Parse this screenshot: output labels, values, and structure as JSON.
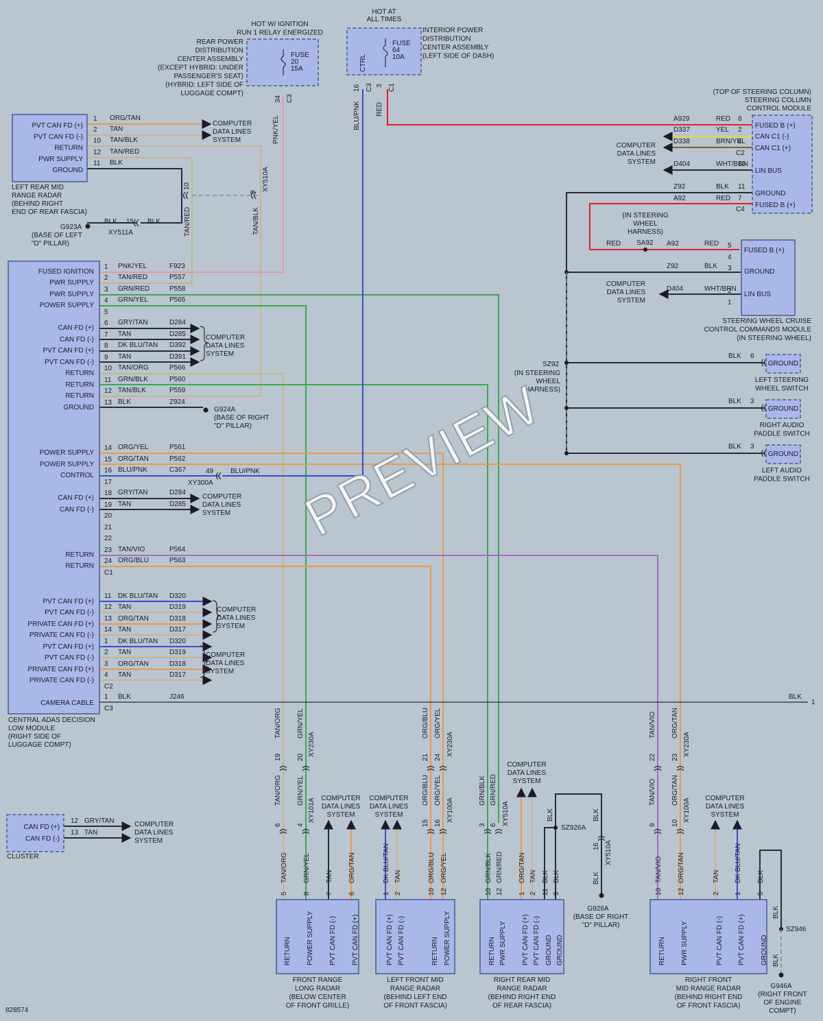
{
  "doc_number": "828574",
  "watermark": "PREVIEW",
  "colors": {
    "background": "#b9c5cf",
    "module_fill": "#a9b8e8",
    "wire_org": "#e89a4a",
    "wire_tan": "#c8b48c",
    "wire_blk": "#2a2a3a",
    "wire_red": "#e0202a",
    "wire_grn": "#3aaa4a",
    "wire_blu": "#3a4ad8",
    "wire_pnk": "#e09aa8",
    "wire_yel": "#e8d83a",
    "wire_wht": "#f0f0f0",
    "wire_vio": "#a070c0"
  },
  "fuse_rear": {
    "hot_label": [
      "HOT W/ IGNITION",
      "RUN 1 RELAY ENERGIZED"
    ],
    "desc": [
      "REAR POWER",
      "DISTRIBUTION",
      "CENTER ASSEMBLY",
      "(EXCEPT HYBRID: UNDER",
      "PASSENGER'S SEAT)",
      "(HYBRID: LEFT SIDE OF",
      "LUGGAGE COMPT)"
    ],
    "fuse_lines": [
      "FUSE",
      "20",
      "15A"
    ],
    "pin": "34",
    "conn": "C3",
    "wire": "PNK/YEL"
  },
  "fuse_interior": {
    "hot_label": [
      "HOT AT",
      "ALL TIMES"
    ],
    "desc": [
      "INTERIOR POWER",
      "DISTRIBUTION",
      "CENTER ASSEMBLY",
      "(LEFT SIDE OF DASH)"
    ],
    "fuse_lines": [
      "FUSE",
      "64",
      "10A"
    ],
    "ctrl": "CTRL",
    "pin_a": "16",
    "conn_a": "C3",
    "pin_b": "3",
    "conn_b": "C1",
    "wire_a": "BLU/PNK",
    "wire_b": "RED"
  },
  "left_rear_radar": {
    "pins": [
      "PVT CAN FD (+)",
      "PVT CAN FD (-)",
      "RETURN",
      "PWR SUPPLY",
      "GROUND"
    ],
    "desc": [
      "LEFT REAR MID",
      "RANGE RADAR",
      "(BEHIND RIGHT",
      "END OF REAR FASCIA)"
    ],
    "wires": [
      {
        "pin": "1",
        "color": "ORG/TAN"
      },
      {
        "pin": "2",
        "color": "TAN"
      },
      {
        "pin": "10",
        "color": "TAN/BLK"
      },
      {
        "pin": "12",
        "color": "TAN/RED"
      },
      {
        "pin": "11",
        "color": "BLK"
      }
    ],
    "cdl": [
      "COMPUTER",
      "DATA LINES",
      "SYSTEM"
    ],
    "ground": {
      "name": "G923A",
      "loc": [
        "(BASE OF LEFT",
        "\"D\" PILLAR)"
      ],
      "wire": "BLK",
      "pin": "15",
      "conn": "XY511A",
      "wire2": "BLK"
    },
    "xy510a": "XY510A",
    "pin10": "10",
    "pin9": "9",
    "tanred": "TAN/RED",
    "tanblk": "TAN/BLK"
  },
  "adas": {
    "desc": [
      "CENTRAL ADAS DECISION",
      "LOW MODULE",
      "(RIGHT SIDE OF",
      "LUGGAGE COMPT)"
    ],
    "labels_c1": [
      "FUSED IGNITION",
      "PWR SUPPLY",
      "PWR SUPPLY",
      "POWER SUPPLY",
      "",
      "CAN FD (+)",
      "CAN FD (-)",
      "PVT CAN FD (+)",
      "PVT CAN FD (-)",
      "RETURN",
      "RETURN",
      "RETURN",
      "GROUND",
      "POWER SUPPLY",
      "POWER SUPPLY",
      "CONTROL",
      "",
      "CAN FD (+)",
      "CAN FD (-)",
      "",
      "",
      "",
      "RETURN",
      "RETURN"
    ],
    "rows_c1": [
      {
        "pin": "1",
        "color": "PNK/YEL",
        "circ": "F923"
      },
      {
        "pin": "2",
        "color": "TAN/RED",
        "circ": "P557"
      },
      {
        "pin": "3",
        "color": "GRN/RED",
        "circ": "P558"
      },
      {
        "pin": "4",
        "color": "GRN/YEL",
        "circ": "P565"
      },
      {
        "pin": "5",
        "color": "",
        "circ": ""
      },
      {
        "pin": "6",
        "color": "GRY/TAN",
        "circ": "D284"
      },
      {
        "pin": "7",
        "color": "TAN",
        "circ": "D285"
      },
      {
        "pin": "8",
        "color": "DK BLU/TAN",
        "circ": "D392"
      },
      {
        "pin": "9",
        "color": "TAN",
        "circ": "D391"
      },
      {
        "pin": "10",
        "color": "TAN/ORG",
        "circ": "P566"
      },
      {
        "pin": "11",
        "color": "GRN/BLK",
        "circ": "P560"
      },
      {
        "pin": "12",
        "color": "TAN/BLK",
        "circ": "P559"
      },
      {
        "pin": "13",
        "color": "BLK",
        "circ": "Z924"
      },
      {
        "pin": "14",
        "color": "ORG/YEL",
        "circ": "P561"
      },
      {
        "pin": "15",
        "color": "ORG/TAN",
        "circ": "P562"
      },
      {
        "pin": "16",
        "color": "BLU/PNK",
        "circ": "C367"
      },
      {
        "pin": "17",
        "color": "",
        "circ": ""
      },
      {
        "pin": "18",
        "color": "GRY/TAN",
        "circ": "D284"
      },
      {
        "pin": "19",
        "color": "TAN",
        "circ": "D285"
      },
      {
        "pin": "20",
        "color": "",
        "circ": ""
      },
      {
        "pin": "21",
        "color": "",
        "circ": ""
      },
      {
        "pin": "22",
        "color": "",
        "circ": ""
      },
      {
        "pin": "23",
        "color": "TAN/VIO",
        "circ": "P564"
      },
      {
        "pin": "24",
        "color": "ORG/BLU",
        "circ": "P563"
      }
    ],
    "conn_c1": "C1",
    "labels_c2": [
      "PVT CAN FD (+)",
      "PVT CAN FD (-)",
      "PRIVATE CAN FD (+)",
      "PRIVATE CAN FD (-)",
      "PVT CAN FD (+)",
      "PVT CAN FD (-)",
      "PRIVATE CAN FD (+)",
      "PRIVATE CAN FD (-)"
    ],
    "rows_c2": [
      {
        "pin": "11",
        "color": "DK BLU/TAN",
        "circ": "D320"
      },
      {
        "pin": "12",
        "color": "TAN",
        "circ": "D319"
      },
      {
        "pin": "13",
        "color": "ORG/TAN",
        "circ": "D318"
      },
      {
        "pin": "14",
        "color": "TAN",
        "circ": "D317"
      },
      {
        "pin": "1",
        "color": "DK BLU/TAN",
        "circ": "D320"
      },
      {
        "pin": "2",
        "color": "TAN",
        "circ": "D319"
      },
      {
        "pin": "3",
        "color": "ORG/TAN",
        "circ": "D318"
      },
      {
        "pin": "4",
        "color": "TAN",
        "circ": "D317"
      }
    ],
    "conn_c2": "C2",
    "camera": {
      "label": "CAMERA CABLE",
      "pin": "1",
      "color": "BLK",
      "circ": "J246",
      "conn": "C3",
      "end_color": "BLK",
      "end_pin": "1"
    },
    "g924a": {
      "name": "G924A",
      "loc": [
        "(BASE OF RIGHT",
        "\"D\" PILLAR)"
      ]
    },
    "xy300a": {
      "pin": "49",
      "conn": "XY300A",
      "wire": "BLU/PNK"
    },
    "cdl": [
      "COMPUTER",
      "DATA LINES",
      "SYSTEM"
    ]
  },
  "sccm": {
    "title": [
      "(TOP OF STEERING COLUMN)",
      "STEERING COLUMN",
      "CONTROL MODULE"
    ],
    "pins": [
      "FUSED B (+)",
      "CAN C1 (-)",
      "CAN C1 (+)",
      "LIN BUS",
      "GROUND",
      "FUSED B (+)"
    ],
    "rows": [
      {
        "circ": "A929",
        "color": "RED",
        "pin": "8"
      },
      {
        "circ": "D337",
        "color": "YEL",
        "pin": "2"
      },
      {
        "circ": "D338",
        "color": "BRN/YEL",
        "pin": "4"
      },
      {
        "circ": "D404",
        "color": "WHT/BRN",
        "pin": "10"
      },
      {
        "circ": "Z92",
        "color": "BLK",
        "pin": "11"
      },
      {
        "circ": "A92",
        "color": "RED",
        "pin": "7"
      }
    ],
    "conn_c2": "C2",
    "conn_c4": "C4",
    "cdl": [
      "COMPUTER",
      "DATA LINES",
      "SYSTEM"
    ]
  },
  "swcc": {
    "harness": [
      "(IN STEERING",
      "WHEEL",
      "HARNESS)"
    ],
    "splice": "SA92",
    "pins": [
      "FUSED B (+)",
      "GROUND",
      "LIN BUS"
    ],
    "rows": [
      {
        "circ": "A92",
        "color": "RED",
        "pin": "5"
      },
      {
        "circ": "",
        "color": "",
        "pin": "4"
      },
      {
        "circ": "Z92",
        "color": "BLK",
        "pin": "3"
      },
      {
        "circ": "D404",
        "color": "WHT/BRN",
        "pin": "2"
      },
      {
        "circ": "",
        "color": "",
        "pin": "1"
      }
    ],
    "red_left": "RED",
    "desc": [
      "STEERING WHEEL CRUISE",
      "CONTROL COMMANDS MODULE",
      "(IN STEERING WHEEL)"
    ],
    "cdl": [
      "COMPUTER",
      "DATA LINES",
      "SYSTEM"
    ]
  },
  "sz92": {
    "name": "SZ92",
    "loc": [
      "(IN STEERING",
      "WHEEL",
      "HARNESS)"
    ]
  },
  "switches": [
    {
      "wire": "BLK",
      "pin": "6",
      "label": "GROUND",
      "desc": [
        "LEFT STEERING",
        "WHEEL SWITCH"
      ]
    },
    {
      "wire": "BLK",
      "pin": "3",
      "label": "GROUND",
      "desc": [
        "RIGHT AUDIO",
        "PADDLE SWITCH"
      ]
    },
    {
      "wire": "BLK",
      "pin": "3",
      "label": "GROUND",
      "desc": [
        "LEFT AUDIO",
        "PADDLE SWITCH"
      ]
    }
  ],
  "cluster": {
    "pins": [
      "CAN FD (+)",
      "CAN FD (-)"
    ],
    "rows": [
      {
        "pin": "12",
        "color": "GRY/TAN"
      },
      {
        "pin": "13",
        "color": "TAN"
      }
    ],
    "name": "CLUSTER",
    "cdl": [
      "COMPUTER",
      "DATA LINES",
      "SYSTEM"
    ]
  },
  "front_long": {
    "pins": [
      "RETURN",
      "POWER SUPPLY",
      "PVT CAN FD (-)",
      "PVT CAN FD (+)"
    ],
    "bottom_pins": [
      "5",
      "8",
      "7",
      "6"
    ],
    "colors": [
      "TAN/ORG",
      "GRN/YEL",
      "TAN",
      "ORG/TAN"
    ],
    "inline": {
      "pins": [
        "6",
        "4"
      ],
      "conn": "XY101A"
    },
    "upper": {
      "colors": [
        "TAN/ORG",
        "GRN/YEL"
      ],
      "pins": [
        "19",
        "20"
      ],
      "conn": "XY230A"
    },
    "desc": [
      "FRONT RANGE",
      "LONG RADAR",
      "(BELOW CENTER",
      "OF FRONT GRILLE)"
    ],
    "cdl": [
      "COMPUTER",
      "DATA LINES",
      "SYSTEM"
    ]
  },
  "left_front": {
    "pins": [
      "PVT CAN FD (+)",
      "PVT CAN FD (-)",
      "RETURN",
      "POWER SUPPLY"
    ],
    "bottom_pins": [
      "1",
      "2",
      "10",
      "12"
    ],
    "colors": [
      "DK BLU/TAN",
      "TAN",
      "ORG/BLU",
      "ORG/YEL"
    ],
    "inline": {
      "pins": [
        "15",
        "16"
      ],
      "conn": "XY100A"
    },
    "upper": {
      "colors": [
        "ORG/BLU",
        "ORG/YEL"
      ],
      "pins": [
        "21",
        "24"
      ],
      "conn": "XY230A"
    },
    "desc": [
      "LEFT FRONT MID",
      "RANGE RADAR",
      "(BEHIND LEFT END",
      "OF FRONT FASCIA)"
    ],
    "cdl": [
      "COMPUTER",
      "DATA LINES",
      "SYSTEM"
    ]
  },
  "right_rear": {
    "pins": [
      "RETURN",
      "PWR SUPPLY",
      "PVT CAN FD (+)",
      "PVT CAN FD (-)",
      "GROUND",
      "GROUND"
    ],
    "bottom_pins": [
      "10",
      "12",
      "1",
      "2",
      "11",
      "9"
    ],
    "colors": [
      "GRN/BLK",
      "GRN/RED",
      "ORG/TAN",
      "TAN",
      "BLK",
      "BLK"
    ],
    "inline": {
      "pins": [
        "3",
        "6"
      ],
      "conn": "XY510A"
    },
    "upper_colors": [
      "GRN/BLK",
      "GRN/RED"
    ],
    "splice": "SZ926A",
    "blk_a": "BLK",
    "blk_b": "BLK",
    "xy510a": {
      "pin": "16",
      "conn": "XY510A",
      "wire": "BLK"
    },
    "ground": {
      "name": "G926A",
      "loc": [
        "(BASE OF RIGHT",
        "\"D\" PILLAR)"
      ]
    },
    "desc": [
      "RIGHT REAR MID",
      "RANGE RADAR",
      "(BEHIND RIGHT END",
      "OF REAR FASCIA)"
    ],
    "cdl": [
      "COMPUTER",
      "DATA LINES",
      "SYSTEM"
    ]
  },
  "right_front": {
    "pins": [
      "RETURN",
      "PWR SUPPLY",
      "PVT CAN FD (-)",
      "PVT CAN FD (+)",
      "GROUND"
    ],
    "bottom_pins": [
      "10",
      "12",
      "2",
      "1",
      "5"
    ],
    "colors": [
      "TAN/VIO",
      "ORG/TAN",
      "TAN",
      "DK BLU/TAN",
      "BLK"
    ],
    "inline": {
      "pins": [
        "9",
        "10"
      ],
      "conn": "XY100A"
    },
    "upper": {
      "colors": [
        "TAN/VIO",
        "ORG/TAN"
      ],
      "pins": [
        "22",
        "23"
      ],
      "conn": "XY230A"
    },
    "splice": "SZ946",
    "blk_a": "BLK",
    "blk_b": "BLK",
    "ground": {
      "name": "G946A",
      "loc": [
        "(RIGHT FRONT",
        "OF ENGINE",
        "COMPT)"
      ]
    },
    "desc": [
      "RIGHT FRONT",
      "MID RANGE RADAR",
      "(BEHIND RIGHT END",
      "OF FRONT FASCIA)"
    ],
    "cdl": [
      "COMPUTER",
      "DATA LINES",
      "SYSTEM"
    ]
  }
}
